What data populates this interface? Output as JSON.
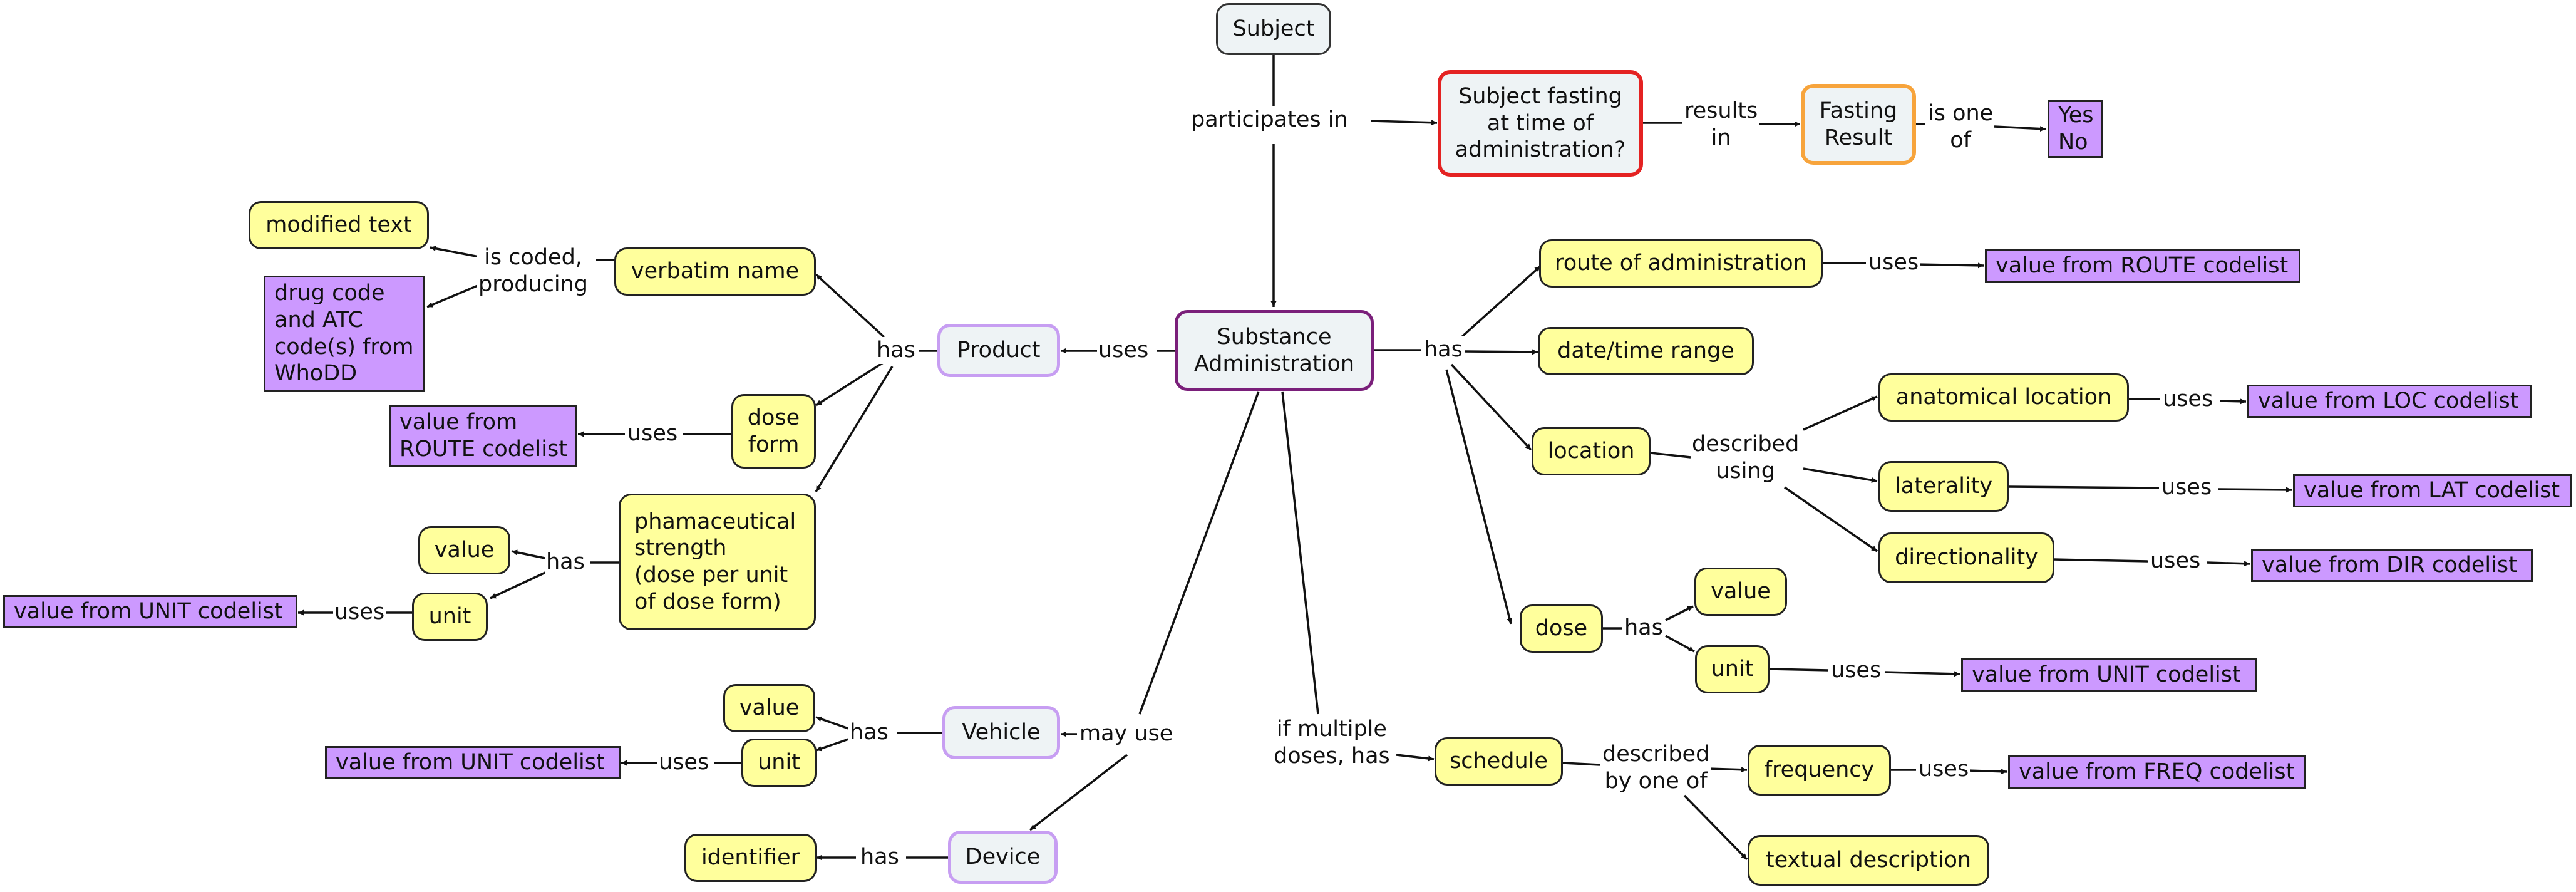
{
  "nodes": {
    "subject": "Subject",
    "fasting_question": "Subject fasting\nat time of\nadministration?",
    "fasting_result": "Fasting\nResult",
    "yes_no": "Yes\nNo",
    "substance_administration": "Substance\nAdministration",
    "product": "Product",
    "verbatim_name": "verbatim name",
    "modified_text": "modified text",
    "drug_code": "drug code\nand ATC\ncode(s) from\nWhoDD",
    "dose_form": "dose\nform",
    "dose_form_route_codelist": "value from\nROUTE codelist",
    "pharm_strength": "phamaceutical\nstrength\n(dose per unit\nof dose form)",
    "strength_value": "value",
    "strength_unit": "unit",
    "strength_unit_codelist": "value from UNIT codelist",
    "vehicle": "Vehicle",
    "vehicle_value": "value",
    "vehicle_unit": "unit",
    "vehicle_unit_codelist": "value from UNIT codelist",
    "device": "Device",
    "identifier": "identifier",
    "route_of_administration": "route of administration",
    "route_codelist": "value from ROUTE codelist",
    "date_time_range": "date/time range",
    "location": "location",
    "anatomical_location": "anatomical location",
    "loc_codelist": "value from LOC codelist",
    "laterality": "laterality",
    "lat_codelist": "value from LAT codelist",
    "directionality": "directionality",
    "dir_codelist": "value from DIR codelist",
    "dose": "dose",
    "dose_value": "value",
    "dose_unit": "unit",
    "dose_unit_codelist": "value from UNIT codelist",
    "schedule": "schedule",
    "frequency": "frequency",
    "freq_codelist": "value from FREQ codelist",
    "textual_description": "textual description"
  },
  "links": {
    "participates_in": "participates in",
    "results_in": "results\nin",
    "is_one_of": "is one\nof",
    "uses_product": "uses",
    "has_product": "has",
    "is_coded_producing": "is coded,\nproducing",
    "uses_dose_form": "uses",
    "has_strength": "has",
    "uses_strength_unit": "uses",
    "has_vehicle": "has",
    "uses_vehicle_unit": "uses",
    "may_use": "may use",
    "has_device": "has",
    "has_admin": "has",
    "uses_route": "uses",
    "described_using": "described\nusing",
    "uses_loc": "uses",
    "uses_lat": "uses",
    "uses_dir": "uses",
    "has_dose": "has",
    "uses_dose_unit": "uses",
    "if_multiple_doses": "if multiple\ndoses, has",
    "described_by_one_of": "described\nby one of",
    "uses_freq": "uses"
  }
}
